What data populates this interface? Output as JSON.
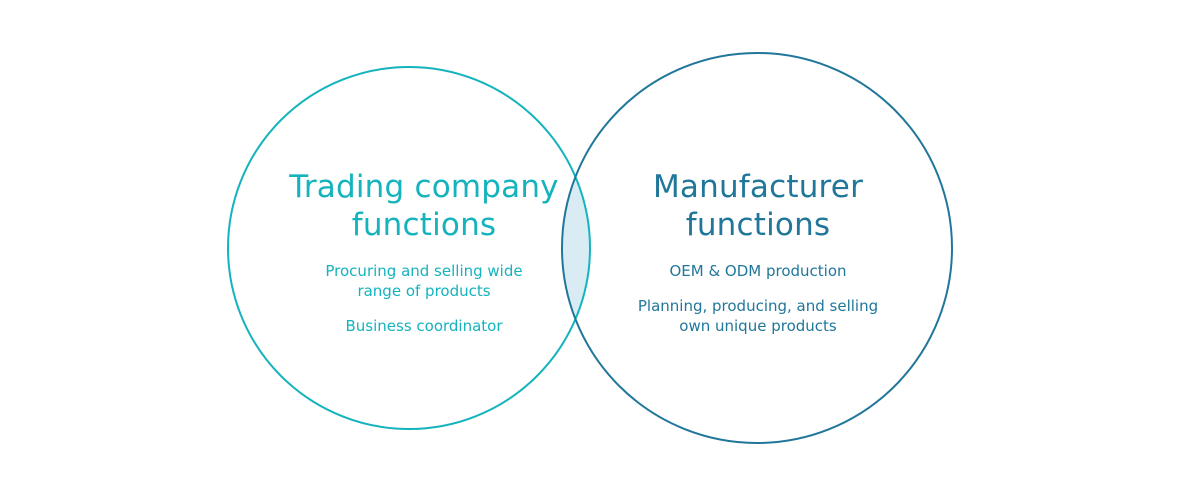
{
  "colors": {
    "trading": "#14b3bd",
    "manufacturer": "#21779a",
    "overlap_fill": "#d9ecf3"
  },
  "trading": {
    "title_line1": "Trading company",
    "title_line2": "functions",
    "items": [
      {
        "line1": "Procuring and selling wide",
        "line2": "range of products"
      },
      {
        "line1": "Business coordinator",
        "line2": ""
      }
    ]
  },
  "manufacturer": {
    "title_line1": "Manufacturer",
    "title_line2": "functions",
    "items": [
      {
        "line1": "OEM & ODM production",
        "line2": ""
      },
      {
        "line1": "Planning, producing, and selling",
        "line2": "own unique products"
      }
    ]
  }
}
